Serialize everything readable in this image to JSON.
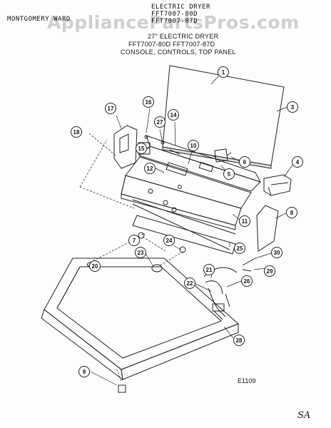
{
  "watermark": "AppliancePartsPros.com",
  "header": {
    "brand": "MONTGOMERY WARD",
    "title_line1": "ELECTRIC DRYER",
    "title_line2": "FFT7007-80D",
    "title_line3": "FFT7007-87D",
    "subtitle1": "27\" ELECTRIC DRYER",
    "subtitle2": "FFT7007-80D    FFT7007-87D",
    "subtitle3": "CONSOLE, CONTROLS, TOP PANEL"
  },
  "drawing_code": "E1109",
  "handwritten_note": "SA",
  "callouts": [
    {
      "num": "1"
    },
    {
      "num": "3"
    },
    {
      "num": "4"
    },
    {
      "num": "5"
    },
    {
      "num": "6"
    },
    {
      "num": "7"
    },
    {
      "num": "8"
    },
    {
      "num": "9"
    },
    {
      "num": "10"
    },
    {
      "num": "11"
    },
    {
      "num": "12"
    },
    {
      "num": "14"
    },
    {
      "num": "15"
    },
    {
      "num": "16"
    },
    {
      "num": "17"
    },
    {
      "num": "18"
    },
    {
      "num": "20"
    },
    {
      "num": "21"
    },
    {
      "num": "22"
    },
    {
      "num": "23"
    },
    {
      "num": "24"
    },
    {
      "num": "25"
    },
    {
      "num": "26"
    },
    {
      "num": "27"
    },
    {
      "num": "28"
    },
    {
      "num": "29"
    },
    {
      "num": "30"
    }
  ]
}
